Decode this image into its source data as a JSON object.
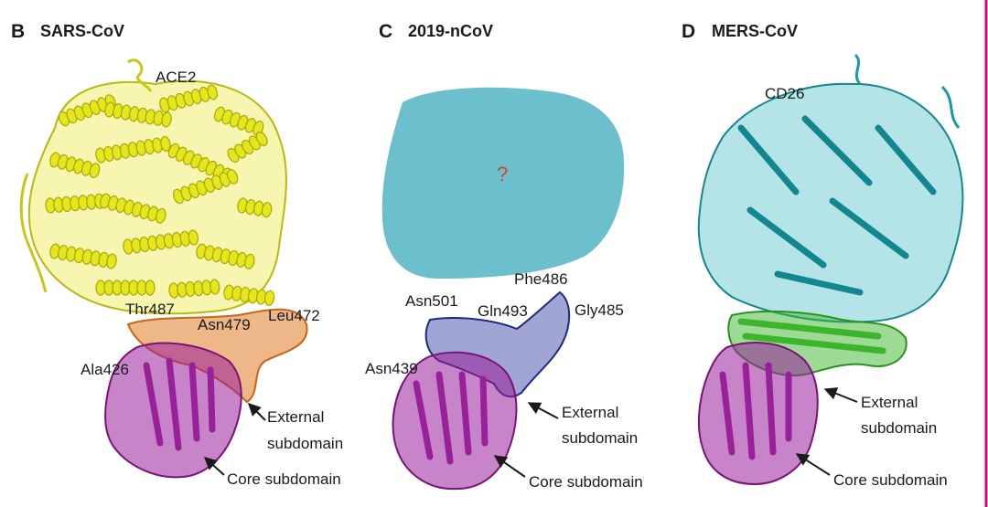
{
  "colors": {
    "ace2": "#e6e61e",
    "ace2_dark": "#a8a80a",
    "sars_rbm": "#e07b26",
    "core": "#9a1f9a",
    "ncov_rbm": "#2c3a9e",
    "receptor_blob": "#6cc0cd",
    "cd26": "#28b3bb",
    "cd26_dark": "#13878f",
    "mers_rbm": "#3cb52c",
    "question": "#d8412a",
    "text": "#1a1a1a",
    "edge": "#c2127a"
  },
  "panels": [
    {
      "letter": "B",
      "title": "SARS-CoV",
      "receptor": "ACE2",
      "residues": [
        "Thr487",
        "Asn479",
        "Leu472",
        "Ala426"
      ],
      "external_label": [
        "External",
        "subdomain"
      ],
      "core_label": "Core subdomain"
    },
    {
      "letter": "C",
      "title": "2019-nCoV",
      "question": "?",
      "residues": [
        "Phe486",
        "Asn501",
        "Gln493",
        "Gly485",
        "Asn439"
      ],
      "external_label": [
        "External",
        "subdomain"
      ],
      "core_label": "Core subdomain"
    },
    {
      "letter": "D",
      "title": "MERS-CoV",
      "receptor": "CD26",
      "external_label": [
        "External",
        "subdomain"
      ],
      "core_label": "Core subdomain"
    }
  ]
}
